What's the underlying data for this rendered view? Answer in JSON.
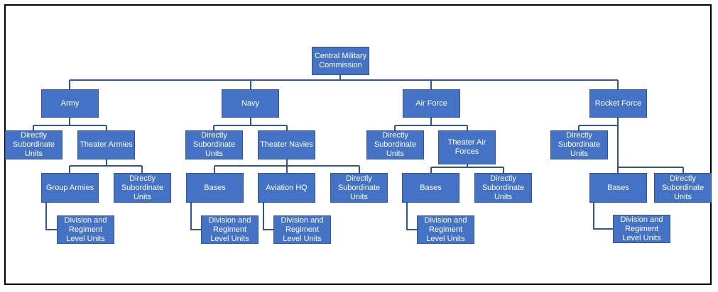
{
  "colors": {
    "box_fill": "#4472c4",
    "box_border": "#2f5597",
    "line": "#2f5597",
    "frame": "#000000"
  },
  "nodes": {
    "cmc": "Central Military Commission",
    "army": "Army",
    "navy": "Navy",
    "air_force": "Air Force",
    "rocket_force": "Rocket Force",
    "army_dsu": "Directly Subordinate Units",
    "army_theater": "Theater Armies",
    "army_group": "Group Armies",
    "army_theater_dsu": "Directly Subordinate Units",
    "army_div": "Division and Regiment Level Units",
    "navy_dsu": "Directly Subordinate Units",
    "navy_theater": "Theater Navies",
    "navy_bases": "Bases",
    "navy_aviation": "Aviation HQ",
    "navy_theater_dsu": "Directly Subordinate Units",
    "navy_bases_div": "Division and Regiment Level Units",
    "navy_aviation_div": "Division and Regiment Level Units",
    "af_dsu": "Directly Subordinate Units",
    "af_theater": "Theater Air Forces",
    "af_bases": "Bases",
    "af_theater_dsu": "Directly Subordinate Units",
    "af_div": "Division and Regiment Level Units",
    "rf_dsu": "Directly Subordinate Units",
    "rf_bases": "Bases",
    "rf_bases_dsu": "Directly Subordinate Units",
    "rf_div": "Division and Regiment Level Units"
  }
}
